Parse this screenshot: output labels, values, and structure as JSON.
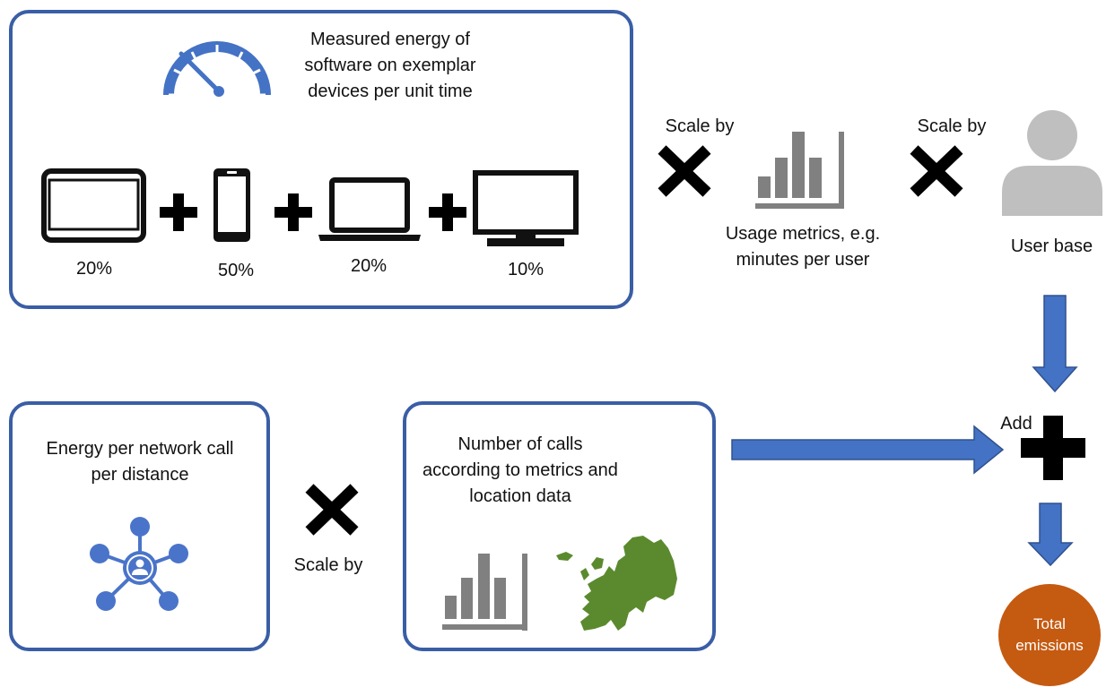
{
  "top_box": {
    "title": "Measured energy of software on exemplar devices per unit time",
    "devices": [
      {
        "name": "tablet",
        "share": "20%"
      },
      {
        "name": "phone",
        "share": "50%"
      },
      {
        "name": "laptop",
        "share": "20%"
      },
      {
        "name": "monitor",
        "share": "10%"
      }
    ]
  },
  "operators": {
    "scale_by_1": "Scale by",
    "scale_by_2": "Scale by",
    "scale_by_3": "Scale by",
    "add": "Add"
  },
  "usage": {
    "label": "Usage metrics, e.g. minutes per user"
  },
  "user": {
    "label": "User base"
  },
  "network_box": {
    "title": "Energy per network call per distance"
  },
  "calls_box": {
    "title": "Number of calls according to metrics and location data"
  },
  "result": {
    "label": "Total emissions"
  },
  "colors": {
    "border": "#3a5ea6",
    "arrow": "#4472c4",
    "gray": "#808080",
    "map": "#5b8a2e",
    "result": "#c55a11",
    "icon_blue": "#4a74c9"
  }
}
